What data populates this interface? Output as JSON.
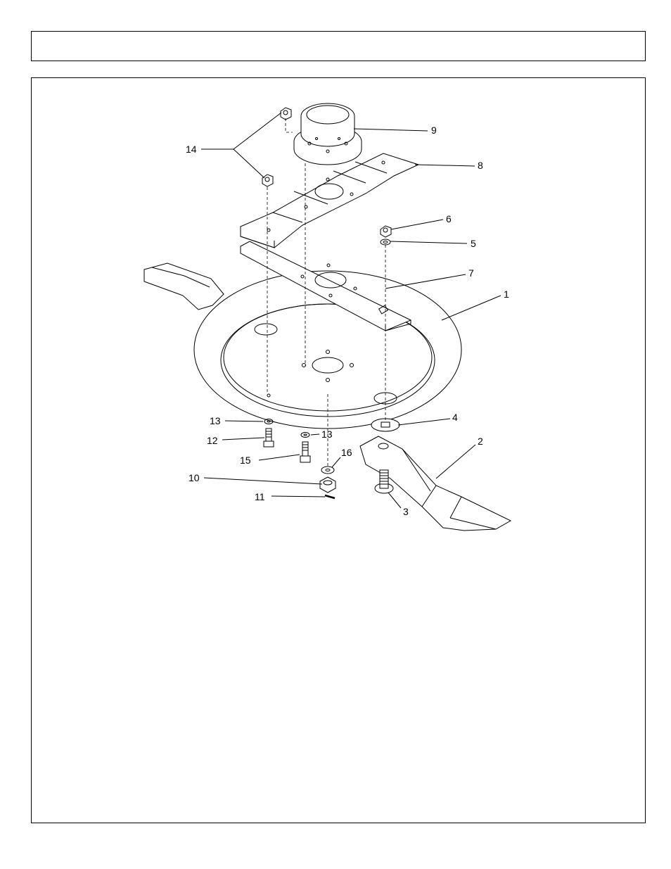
{
  "header": {
    "title": ""
  },
  "diagram": {
    "callouts": [
      {
        "id": "c1",
        "label": "1"
      },
      {
        "id": "c2",
        "label": "2"
      },
      {
        "id": "c3",
        "label": "3"
      },
      {
        "id": "c4",
        "label": "4"
      },
      {
        "id": "c5",
        "label": "5"
      },
      {
        "id": "c6",
        "label": "6"
      },
      {
        "id": "c7",
        "label": "7"
      },
      {
        "id": "c8",
        "label": "8"
      },
      {
        "id": "c9",
        "label": "9"
      },
      {
        "id": "c10",
        "label": "10"
      },
      {
        "id": "c11",
        "label": "11"
      },
      {
        "id": "c12",
        "label": "12"
      },
      {
        "id": "c13a",
        "label": "13"
      },
      {
        "id": "c13b",
        "label": "13"
      },
      {
        "id": "c14",
        "label": "14"
      },
      {
        "id": "c15",
        "label": "15"
      },
      {
        "id": "c16",
        "label": "16"
      }
    ]
  }
}
